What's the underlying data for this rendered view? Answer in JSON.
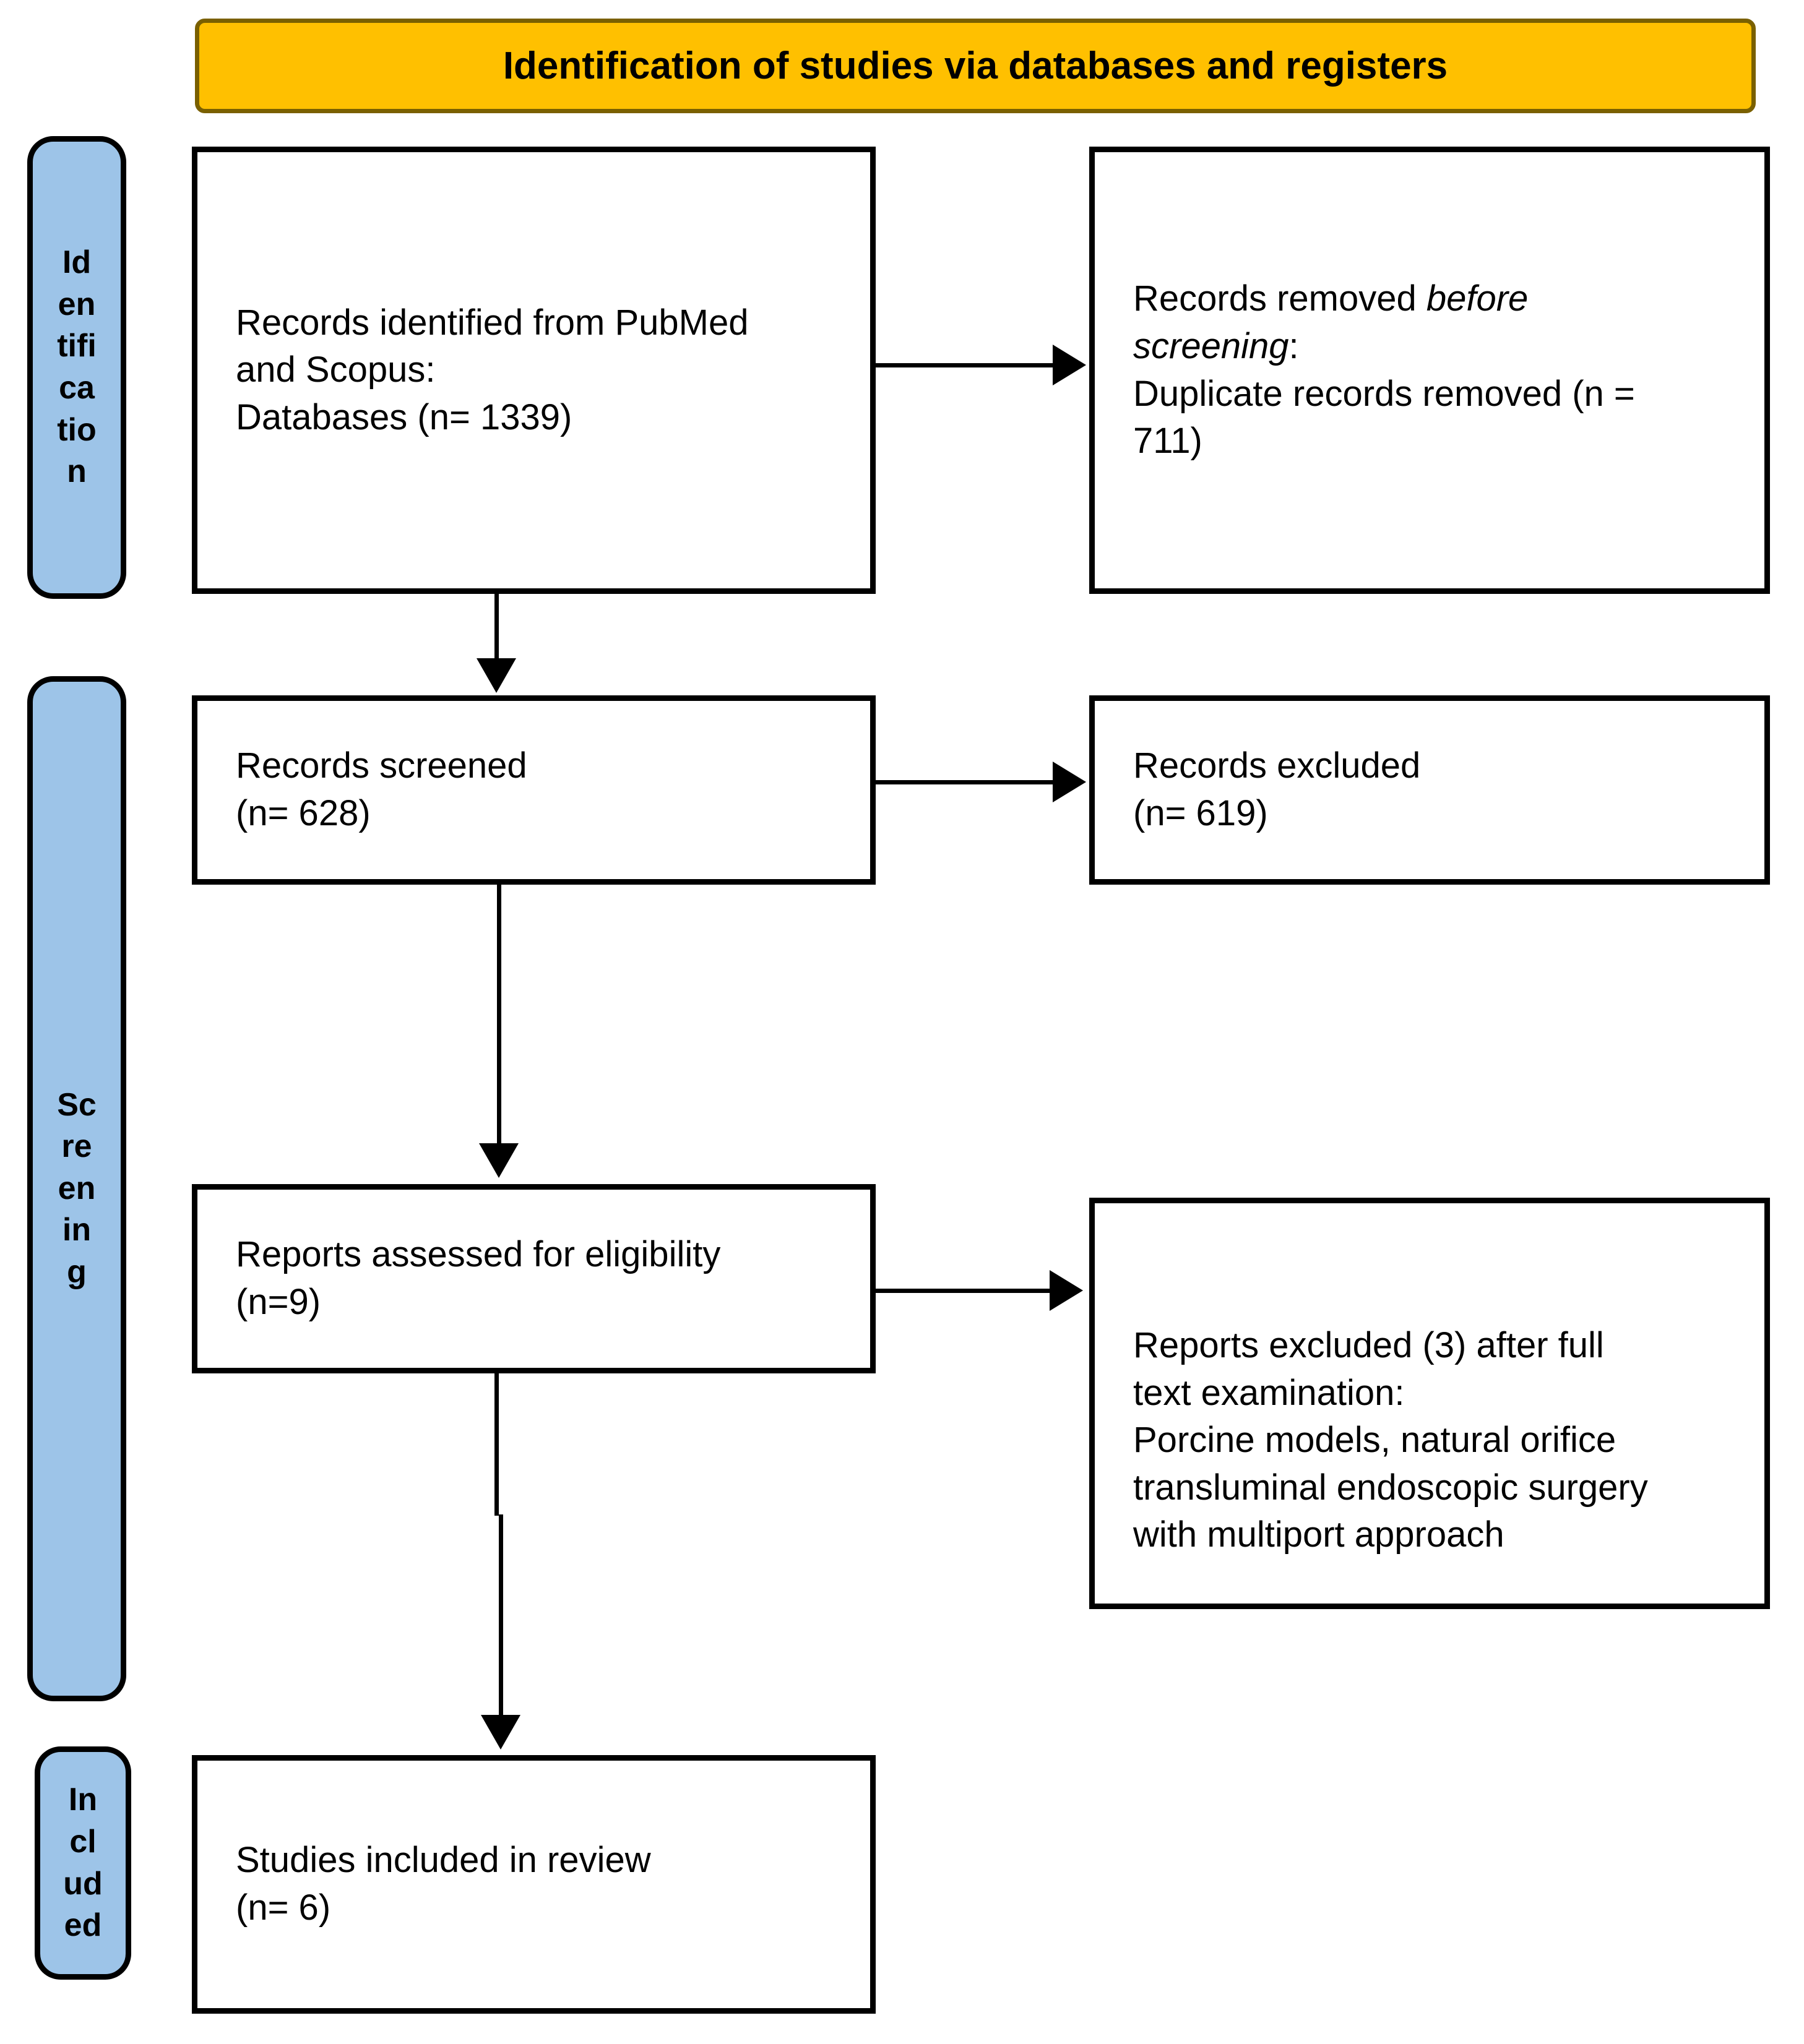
{
  "header": {
    "title": "Identification of studies via databases and registers"
  },
  "stages": [
    {
      "label": "Identification",
      "lines": [
        "Id",
        "en",
        "tifi",
        "ca",
        "tio",
        "n"
      ]
    },
    {
      "label": "Screening",
      "lines": [
        "Sc",
        "re",
        "en",
        "in",
        "g"
      ]
    },
    {
      "label": "Included",
      "lines": [
        "In",
        "cl",
        "ud",
        "ed"
      ]
    }
  ],
  "boxes": {
    "records_identified": {
      "lines": [
        "Records identified from PubMed",
        "and Scopus:",
        "Databases (n= 1339)"
      ]
    },
    "records_removed": {
      "l1_normal": "Records removed ",
      "l1_italic": "before",
      "l2_italic": "screening",
      "l2_normal": ":",
      "l3": "Duplicate records removed (n =",
      "l4": "711)"
    },
    "records_screened": {
      "lines": [
        "Records screened",
        "(n= 628)"
      ]
    },
    "records_excluded": {
      "lines": [
        "Records excluded",
        "(n= 619)"
      ]
    },
    "reports_assessed": {
      "lines": [
        "Reports assessed for eligibility",
        "(n=9)"
      ]
    },
    "reports_excluded": {
      "lines": [
        "Reports excluded (3) after full",
        "text examination:",
        "Porcine models, natural orifice",
        "transluminal endoscopic surgery",
        "with multiport approach"
      ]
    },
    "studies_included": {
      "lines": [
        "Studies included in review",
        "(n= 6)"
      ]
    }
  },
  "colors": {
    "banner_fill": "#FFC000",
    "banner_border": "#7A6000",
    "stage_fill": "#9DC4E8",
    "line_color": "#000000"
  }
}
